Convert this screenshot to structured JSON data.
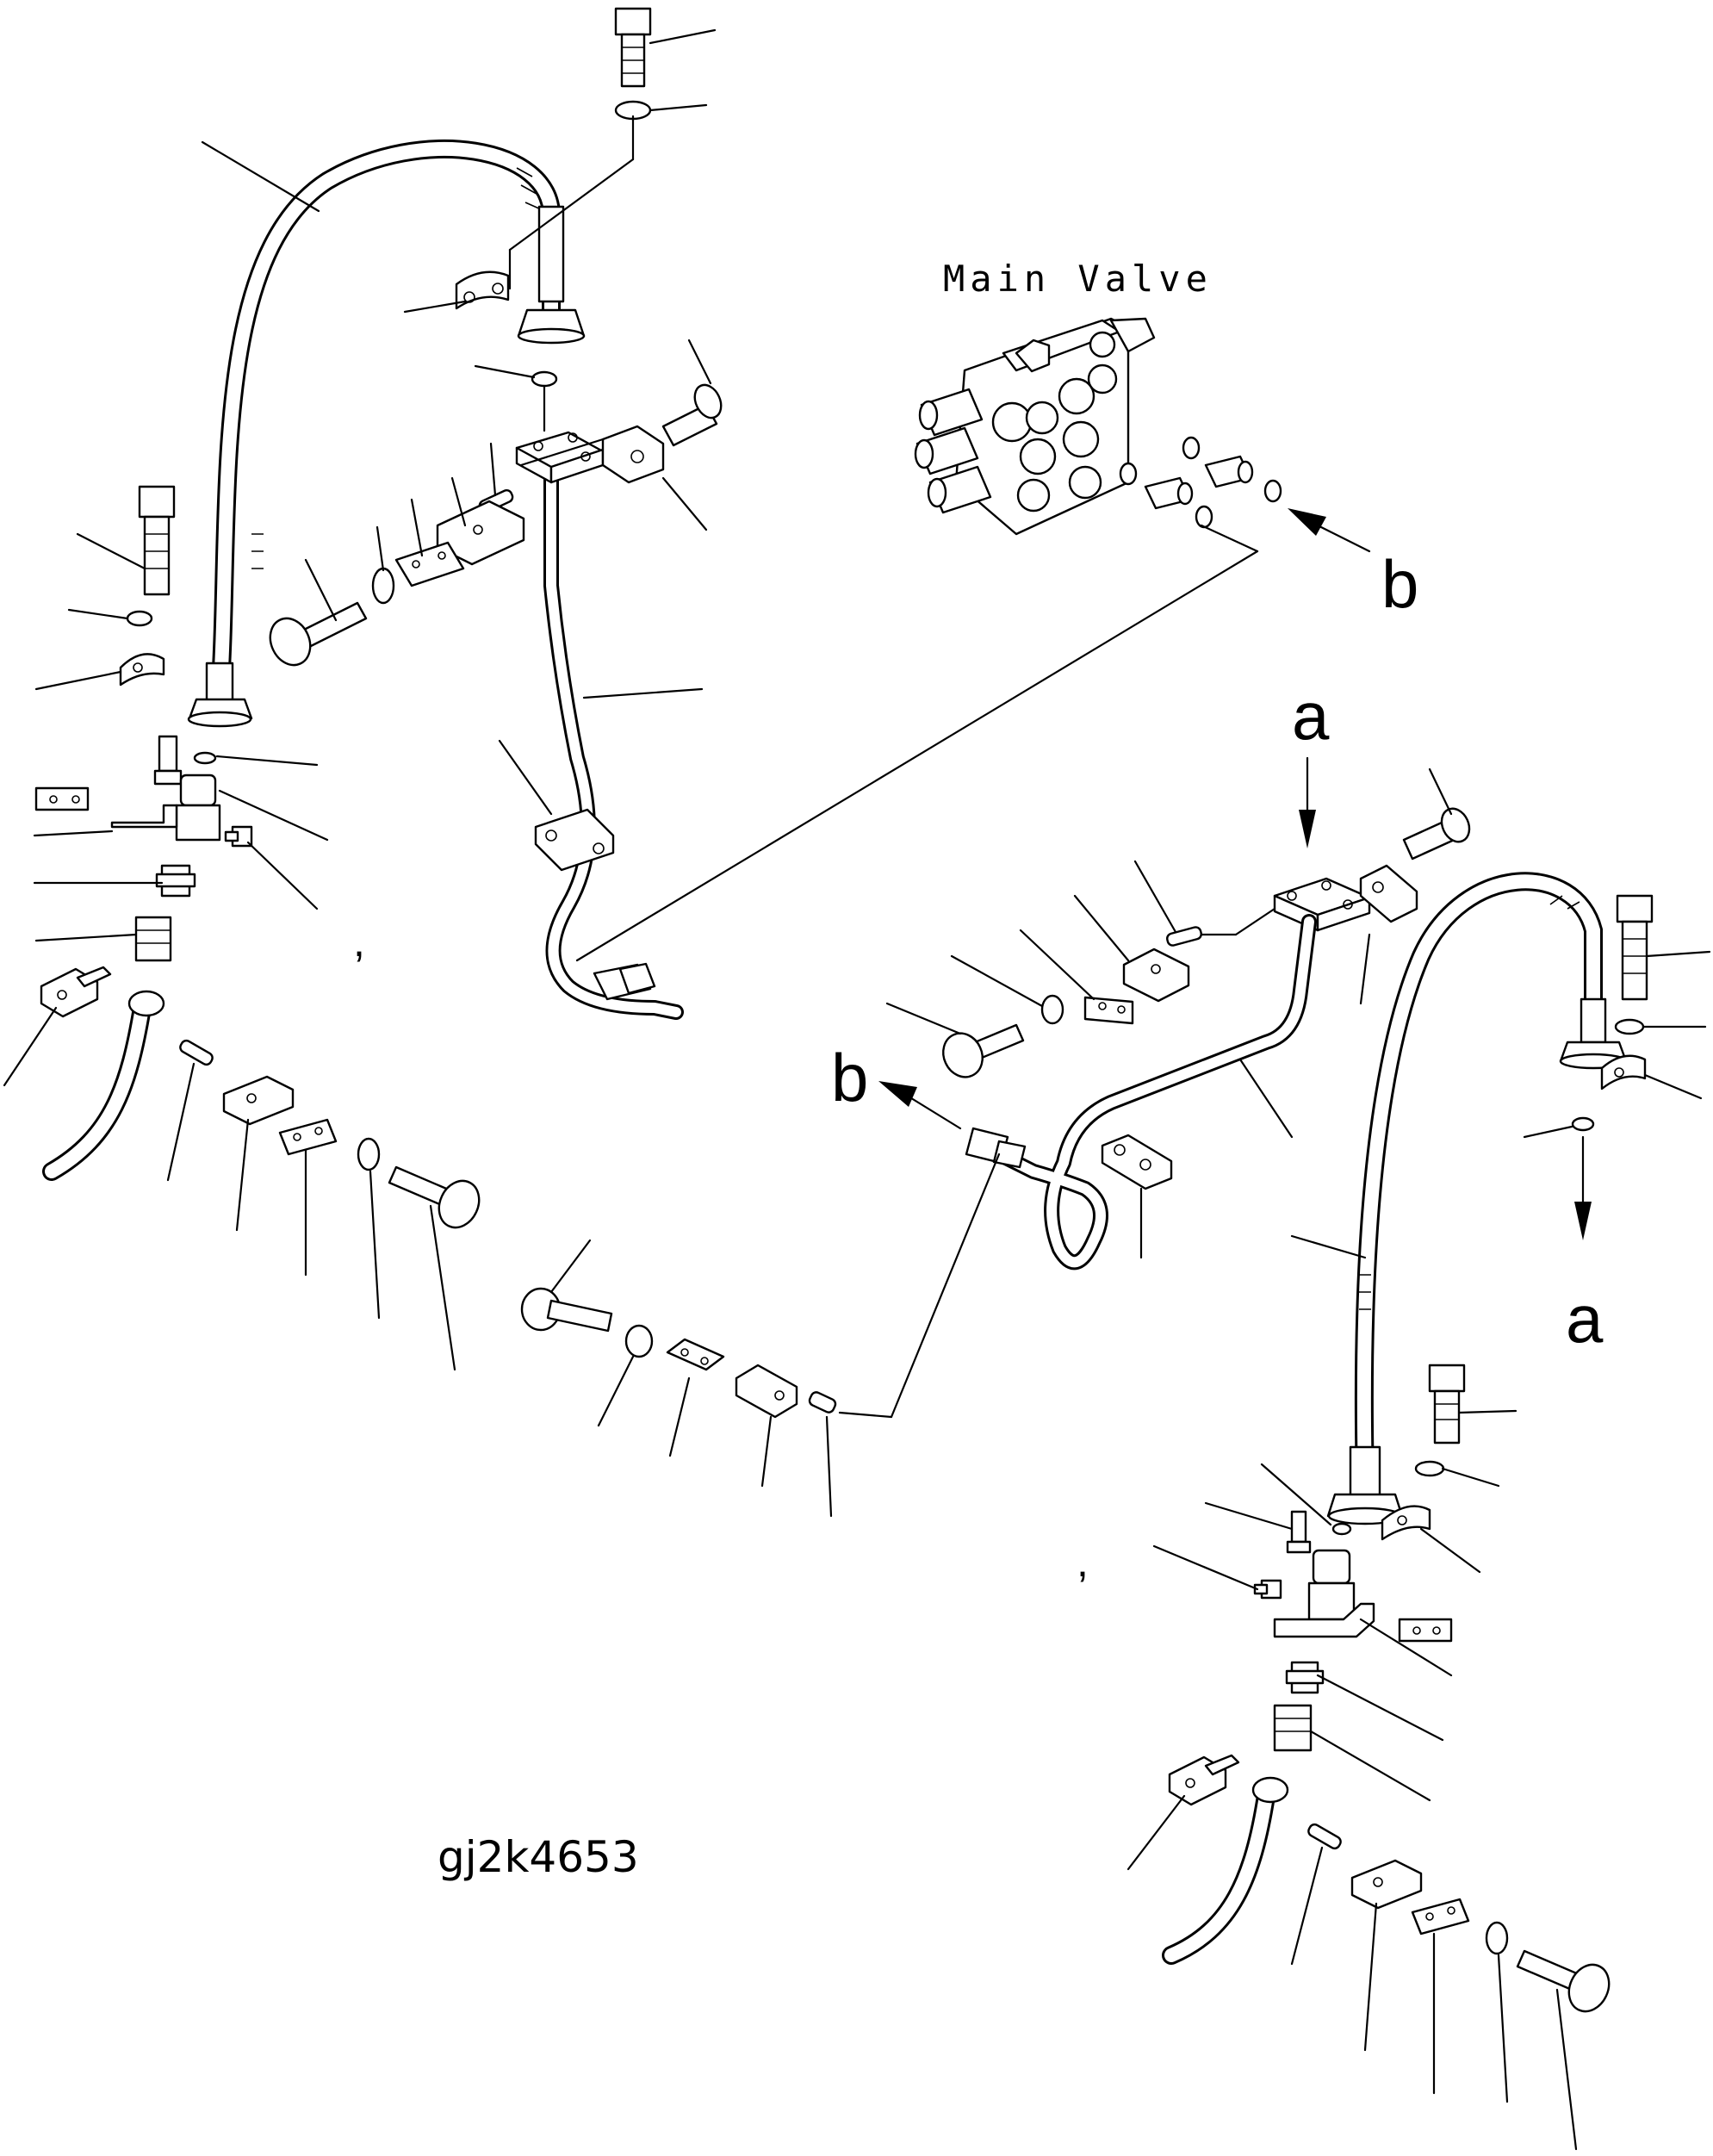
{
  "labels": {
    "main_valve": "Main Valve",
    "ref_a_top": "a",
    "ref_a_bottom": "a",
    "ref_b_right": "b",
    "ref_b_left": "b",
    "mark_left": ",",
    "mark_right": ",",
    "drawing_code": "gj2k4653"
  }
}
